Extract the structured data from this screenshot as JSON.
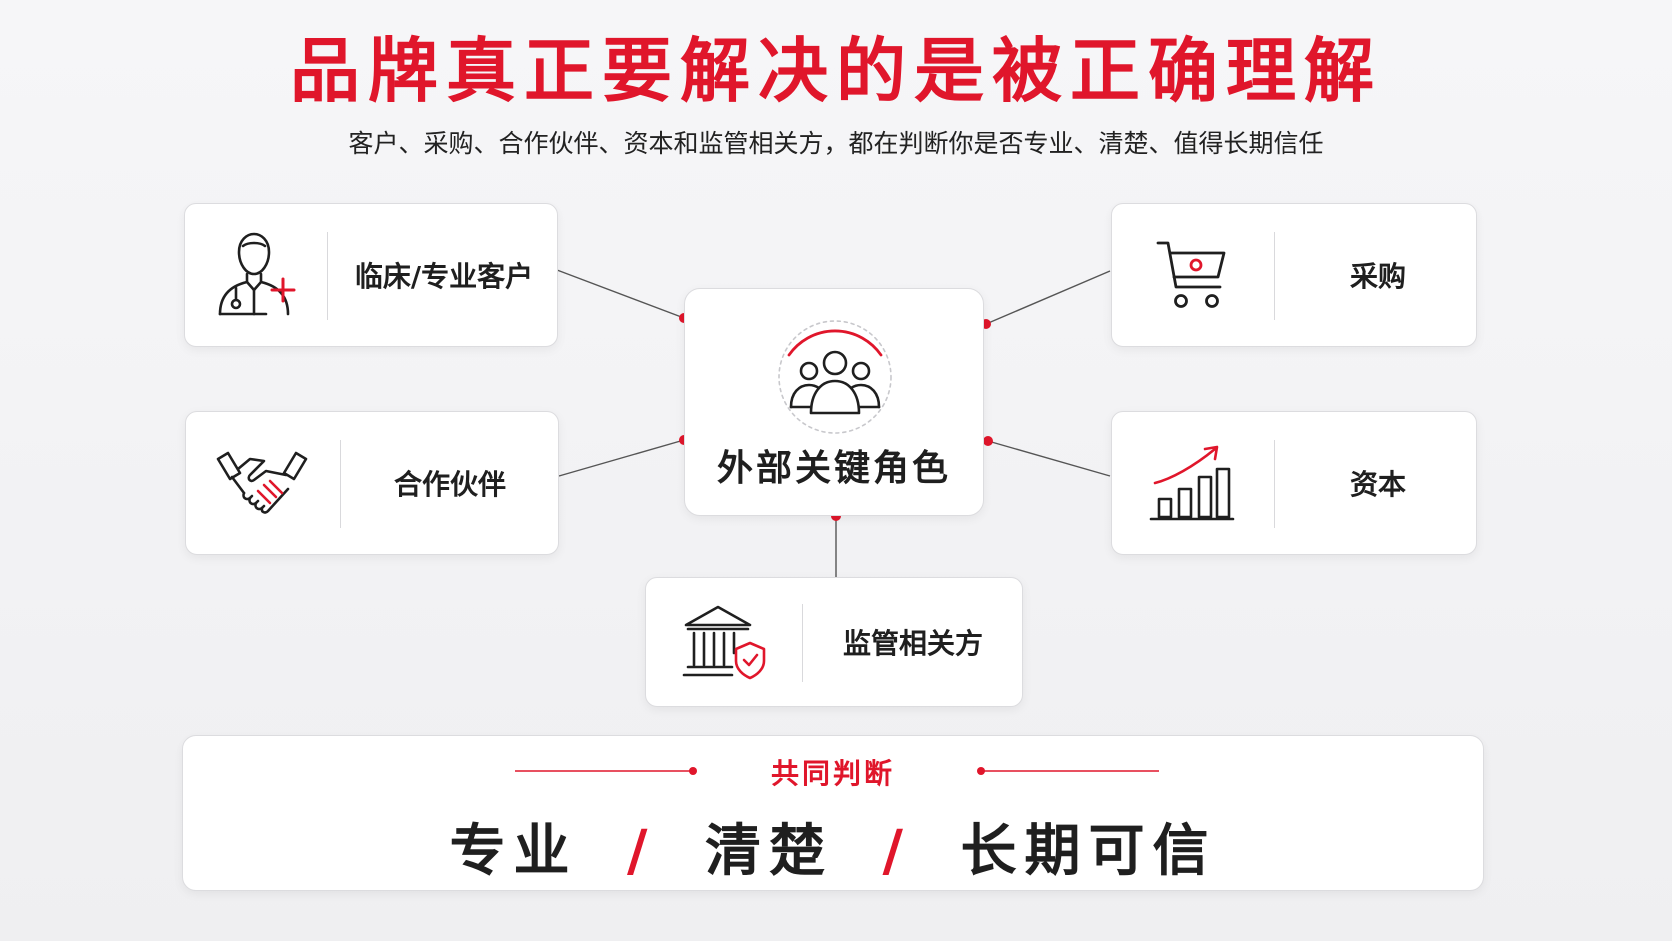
{
  "title": "品牌真正要解决的是被正确理解",
  "subtitle": "客户、采购、合作伙伴、资本和监管相关方，都在判断你是否专业、清楚、值得长期信任",
  "center": {
    "label": "外部关键角色",
    "icon": "group-people-icon"
  },
  "nodes": {
    "clinical": {
      "label": "临床/专业客户",
      "icon": "doctor-icon"
    },
    "procurement": {
      "label": "采购",
      "icon": "shopping-cart-icon"
    },
    "partners": {
      "label": "合作伙伴",
      "icon": "handshake-icon"
    },
    "capital": {
      "label": "资本",
      "icon": "growth-chart-icon"
    },
    "regulators": {
      "label": "监管相关方",
      "icon": "government-shield-icon"
    }
  },
  "summary": {
    "heading": "共同判断",
    "values": [
      "专业",
      "清楚",
      "长期可信"
    ],
    "separator": "/"
  },
  "colors": {
    "accent": "#e0162b",
    "text": "#1f1f1f",
    "line": "#555555",
    "card_border": "#dcdcdf"
  }
}
